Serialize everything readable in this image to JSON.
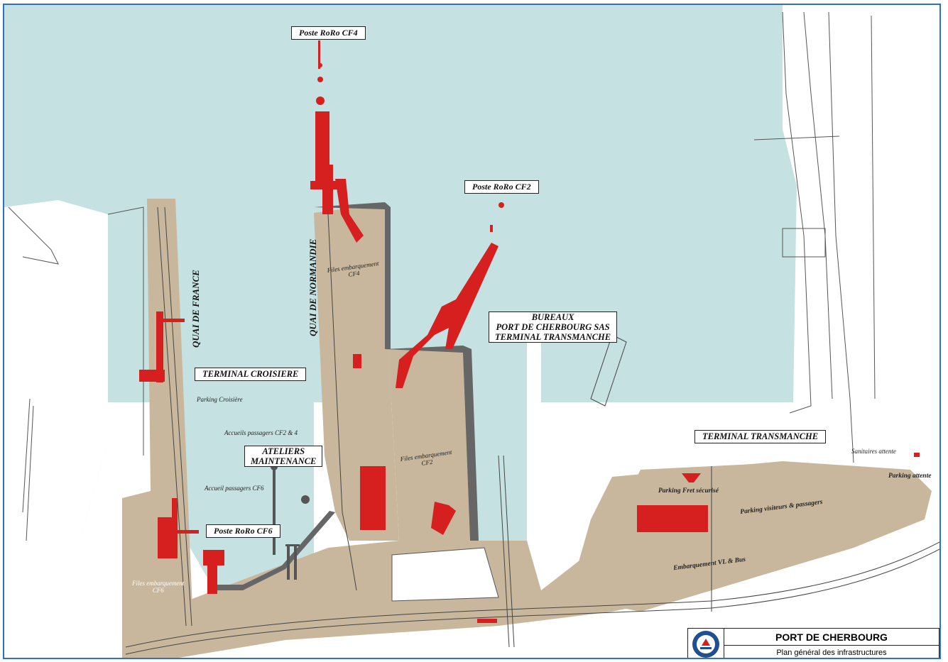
{
  "colors": {
    "water": "#c5e1e1",
    "land": "#c8b79c",
    "infrastructure": "#d62020",
    "quay_edge": "#666666",
    "frame": "#2c72c2"
  },
  "labels": {
    "poste_roro_cf4": "Poste RoRo CF4",
    "poste_roro_cf2": "Poste RoRo CF2",
    "poste_roro_cf6": "Poste RoRo CF6",
    "quai_de_france": "QUAI DE FRANCE",
    "quai_de_normandie": "QUAI DE NORMANDIE",
    "terminal_croisiere": "TERMINAL CROISIERE",
    "terminal_transmanche": "TERMINAL TRANSMANCHE",
    "bureaux": [
      "BUREAUX",
      "PORT DE CHERBOURG SAS",
      "TERMINAL TRANSMANCHE"
    ],
    "ateliers": [
      "ATELIERS",
      "MAINTENANCE"
    ],
    "parking_croisiere": "Parking Croisière",
    "accueils_passagers_cf2_4": "Accueils passagers CF2 & 4",
    "accueil_passagers_cf6": "Accueil passagers CF6",
    "files_embarquement_cf4": [
      "Files embarquement",
      "CF4"
    ],
    "files_embarquement_cf2": [
      "Files embarquement",
      "CF2"
    ],
    "files_embarquement_cf6": [
      "Files embarquement",
      "CF6"
    ],
    "parking_fret": "Parking Fret sécurisé",
    "parking_visiteurs": "Parking visiteurs & passagers",
    "embarquement_vl_bus": "Embarquement VL & Bus",
    "sanitaires": "Sanitaires attente",
    "parking_attente": "Parking attente"
  },
  "title_block": {
    "title": "PORT DE CHERBOURG",
    "subtitle": "Plan général des infrastructures",
    "logo_icon": "port-de-cherbourg-logo"
  }
}
